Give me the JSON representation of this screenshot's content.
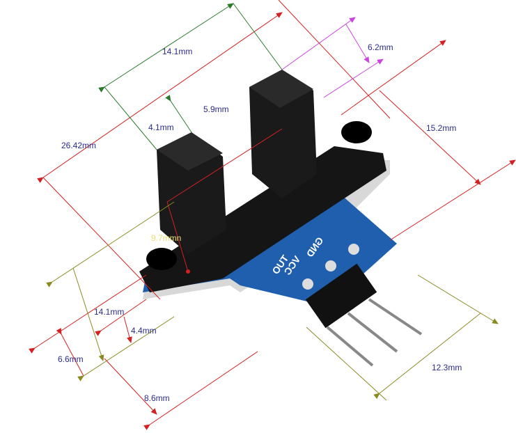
{
  "colors": {
    "red": "#d42020",
    "green": "#2a7a2a",
    "magenta": "#cc44dd",
    "olive": "#8a8a20",
    "label": "#2b2b8c",
    "pcb": "#1f5fae",
    "body": "#111111"
  },
  "dimensions": {
    "overall_length": "26.42mm",
    "fork_width_top": "14.1mm",
    "fork_arm": "4.1mm",
    "slot_gap": "5.9mm",
    "arm_depth": "6.2mm",
    "height": "15.2mm",
    "slot_depth": "9.7mmn",
    "base_width": "14.1mm",
    "board_thickness": "4.4mm",
    "tab_offset": "6.6mm",
    "tab_length": "8.6mm",
    "pin_length": "12.3mm"
  },
  "pins": [
    "OUT",
    "VCC",
    "GND"
  ]
}
